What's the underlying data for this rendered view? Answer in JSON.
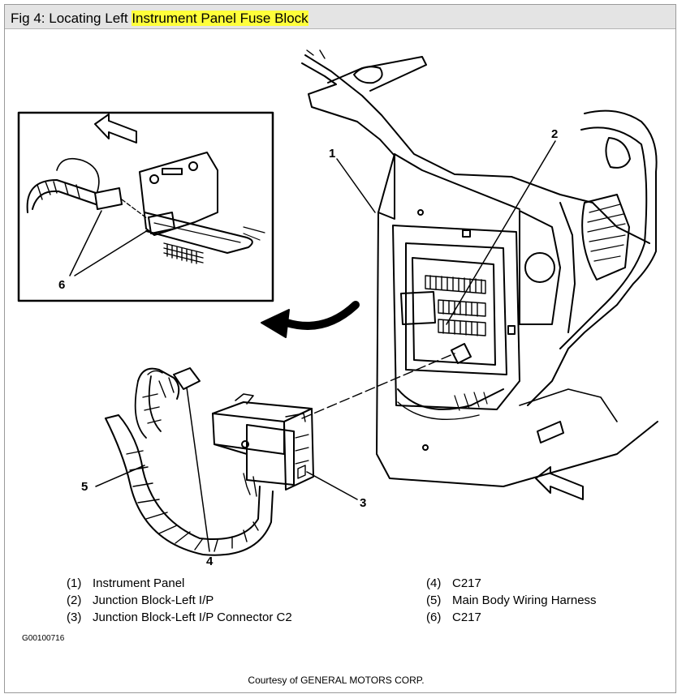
{
  "title": {
    "prefix": "Fig 4: Locating Left ",
    "highlight": "Instrument Panel Fuse Block"
  },
  "callouts": [
    "1",
    "2",
    "3",
    "4",
    "5",
    "6"
  ],
  "legend": [
    {
      "num": "(1)",
      "label": "Instrument Panel"
    },
    {
      "num": "(2)",
      "label": "Junction Block-Left I/P"
    },
    {
      "num": "(3)",
      "label": "Junction Block-Left I/P Connector C2"
    },
    {
      "num": "(4)",
      "label": "C217"
    },
    {
      "num": "(5)",
      "label": "Main Body Wiring Harness"
    },
    {
      "num": "(6)",
      "label": "C217"
    }
  ],
  "figure_id": "G00100716",
  "courtesy": "Courtesy of GENERAL MOTORS CORP.",
  "colors": {
    "highlight": "#ffff3a",
    "titlebar": "#e4e4e4"
  }
}
